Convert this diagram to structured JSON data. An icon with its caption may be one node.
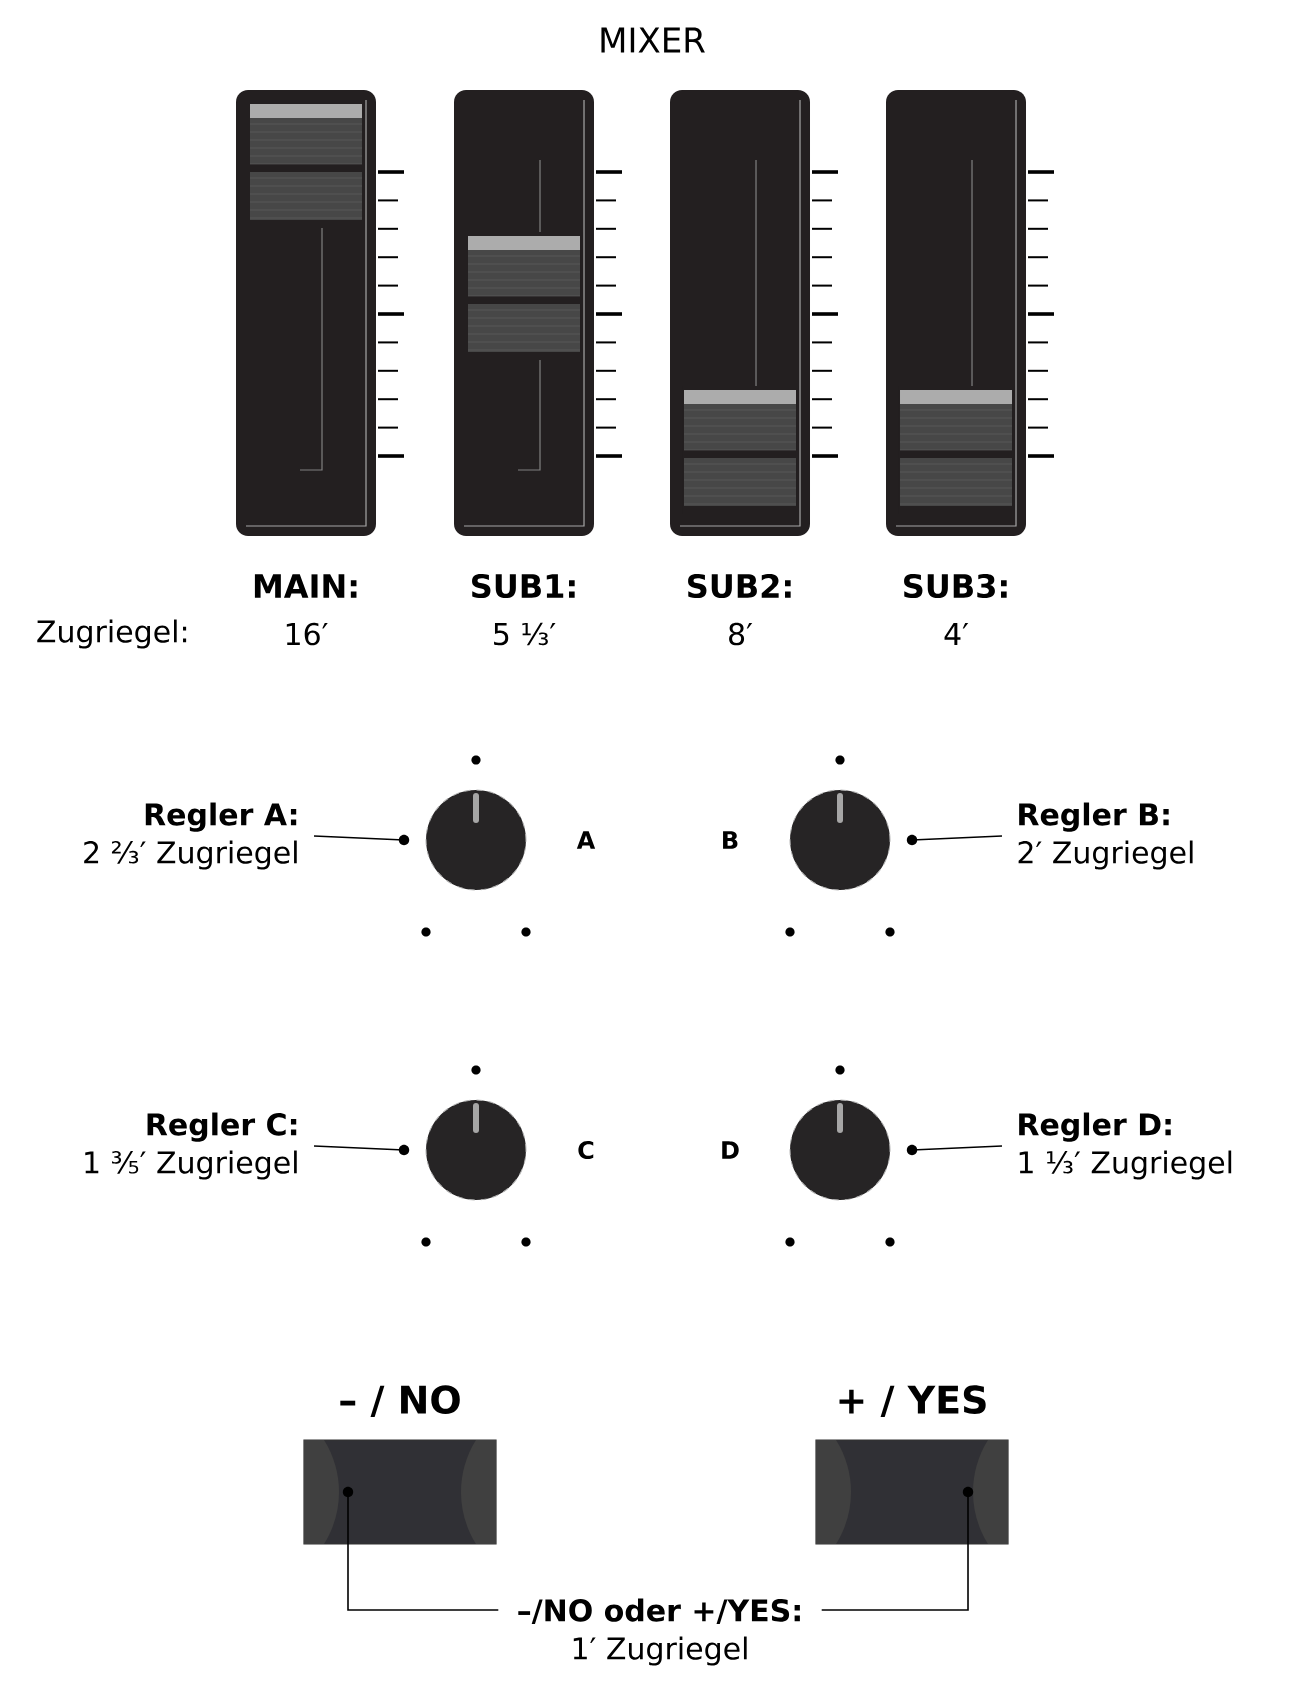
{
  "diagram": {
    "title": "MIXER",
    "nodes": [
      {
        "text": [
          "Regler A:",
          "2 ⅔′ Zugriegel"
        ]
      },
      {
        "text": [],
        "shape": "circle",
        "beside": [
          "A"
        ]
      },
      {
        "text": [],
        "shape": "circle",
        "beside": [
          "B"
        ]
      },
      {
        "text": [
          "Regler B:",
          "2′ Zugriegel"
        ]
      },
      {
        "text": [
          "Regler C:",
          "1 ⅗′ Zugriegel"
        ]
      },
      {
        "text": [],
        "shape": "circle",
        "beside": [
          "C"
        ]
      },
      {
        "text": [],
        "shape": "circle",
        "beside": [
          "D"
        ]
      },
      {
        "text": [
          "Regler D:",
          "1 ⅓′ Zugriegel"
        ]
      },
      {
        "text": [
          "– / NO"
        ]
      },
      {
        "text": [
          "+ / YES"
        ]
      },
      {
        "text": [
          "–/NO oder +/YES:",
          "1′ Zugriegel"
        ]
      }
    ],
    "edges": [
      {
        "from": 0,
        "to": 1,
        "arrow": "none"
      },
      {
        "from": 3,
        "to": 2,
        "arrow": "none"
      },
      {
        "from": 4,
        "to": 5,
        "arrow": "none"
      },
      {
        "from": 7,
        "to": 6,
        "arrow": "none"
      },
      {
        "from": 10,
        "to": 8,
        "arrow": "none"
      },
      {
        "from": 10,
        "to": 9,
        "arrow": "none"
      }
    ],
    "labels": [
      "MAIN:",
      "SUB1:",
      "SUB2:",
      "SUB3:",
      "Zugriegel:",
      "16′",
      "5 ⅓′",
      "8′",
      "4′"
    ]
  }
}
